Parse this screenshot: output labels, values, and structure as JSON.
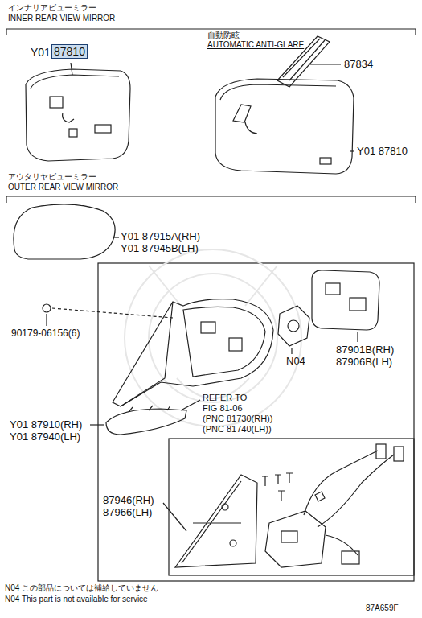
{
  "diagram": {
    "labels": [
      "インナリアビューミラー",
      "INNER REAR VIEW MIRROR",
      "Y01",
      "87810",
      "自動防眩",
      "AUTOMATIC ANTI-GLARE",
      "87834",
      "Y01 87810",
      "アウタリヤビューミラー",
      "OUTER REAR VIEW MIRROR",
      "Y01 87915A(RH)",
      "Y01 87945B(LH)",
      "90179-06156(6)",
      "N04",
      "87901B(RH)",
      "87906B(LH)",
      "REFER TO",
      "FIG 81-06",
      "(PNC 81730(RH))",
      "(PNC 81740(LH))",
      "Y01 87910(RH)",
      "Y01 87940(LH)",
      "87946(RH)",
      "87966(LH)",
      "N04 この部品については補給していません",
      "N04 This part is not available for service",
      "87A659F"
    ]
  }
}
